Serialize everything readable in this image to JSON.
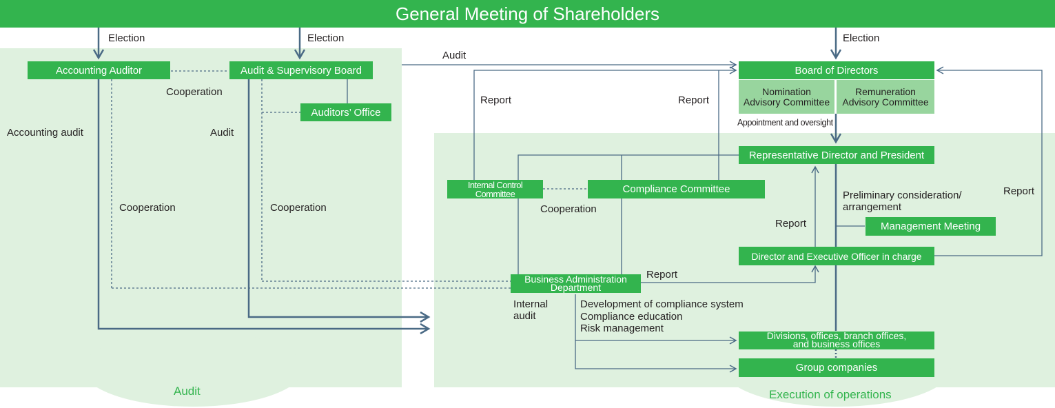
{
  "header": {
    "title": "General Meeting of Shareholders"
  },
  "zones": {
    "audit": "Audit",
    "execution": "Execution of operations"
  },
  "nodes": {
    "accounting_auditor": "Accounting Auditor",
    "audit_supervisory_board": "Audit & Supervisory Board",
    "auditors_office": "Auditors’ Office",
    "board_of_directors": "Board of Directors",
    "nomination_committee": [
      "Nomination",
      "Advisory Committee"
    ],
    "remuneration_committee": [
      "Remuneration",
      "Advisory Committee"
    ],
    "representative_director": "Representative Director and President",
    "internal_control_committee": "Internal Control Committee",
    "compliance_committee": "Compliance Committee",
    "management_meeting": "Management Meeting",
    "director_executive_officer": "Director and Executive Officer in charge",
    "business_admin": [
      "Business Administration",
      "Department"
    ],
    "divisions": [
      "Divisions, offices, branch offices,",
      "and business offices"
    ],
    "group_companies": "Group companies"
  },
  "labels": {
    "election_1": "Election",
    "election_2": "Election",
    "election_3": "Election",
    "cooperation_top": "Cooperation",
    "accounting_audit": "Accounting audit",
    "audit_left": "Audit",
    "cooperation_left": "Cooperation",
    "cooperation_mid": "Cooperation",
    "audit_top": "Audit",
    "report_icc": "Report",
    "report_cc": "Report",
    "appointment_oversight": "Appointment and oversight",
    "cooperation_exec": "Cooperation",
    "preliminary": [
      "Preliminary consideration/",
      "arrangement"
    ],
    "report_right": "Report",
    "report_deo": "Report",
    "report_bad": "Report",
    "internal_audit": [
      "Internal",
      "audit"
    ],
    "functions": [
      "Development of compliance system",
      "Compliance education",
      "Risk management"
    ]
  },
  "colors": {
    "brand_green": "#33b44e",
    "light_green": "#98d59e",
    "zone_bg": "#dff1df",
    "line": "#4a6a85"
  }
}
